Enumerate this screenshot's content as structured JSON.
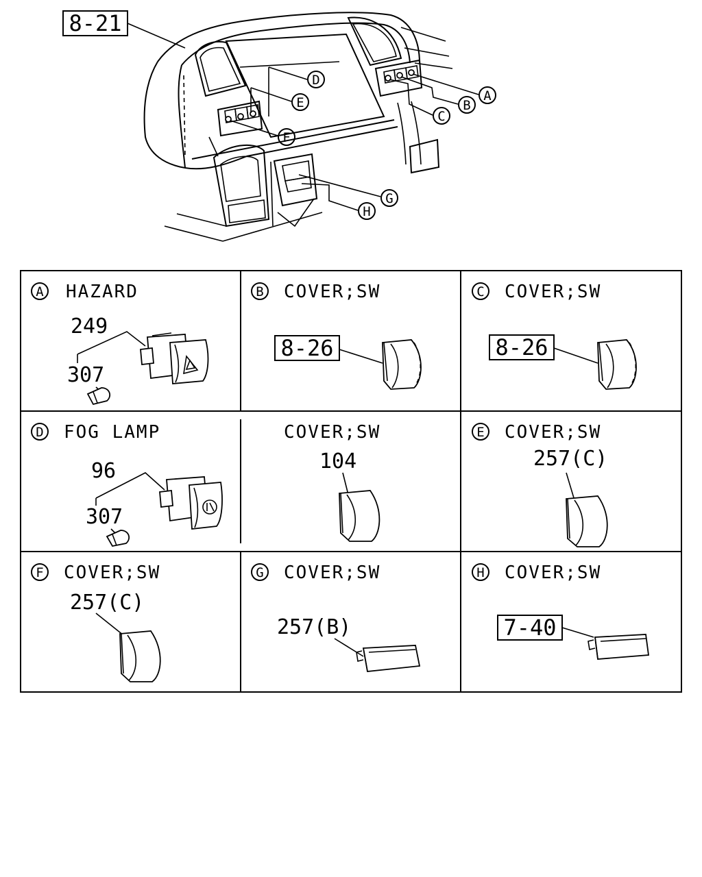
{
  "overview": {
    "ref_box": "8-21",
    "callouts": [
      "A",
      "B",
      "C",
      "D",
      "E",
      "F",
      "G",
      "H"
    ]
  },
  "cells": [
    {
      "letter": "A",
      "title": "HAZARD",
      "labels": [
        "249",
        "307"
      ]
    },
    {
      "letter": "B",
      "title": "COVER;SW",
      "labels": [
        "8-26"
      ]
    },
    {
      "letter": "C",
      "title": "COVER;SW",
      "labels": [
        "8-26"
      ]
    },
    {
      "letter": "D",
      "title": "FOG LAMP",
      "labels": [
        "96",
        "307"
      ]
    },
    {
      "letter": "",
      "title": "COVER;SW",
      "labels": [
        "104"
      ]
    },
    {
      "letter": "E",
      "title": "COVER;SW",
      "labels": [
        "257(C)"
      ]
    },
    {
      "letter": "F",
      "title": "COVER;SW",
      "labels": [
        "257(C)"
      ]
    },
    {
      "letter": "G",
      "title": "COVER;SW",
      "labels": [
        "257(B)"
      ]
    },
    {
      "letter": "H",
      "title": "COVER;SW",
      "labels": [
        "7-40"
      ]
    }
  ]
}
